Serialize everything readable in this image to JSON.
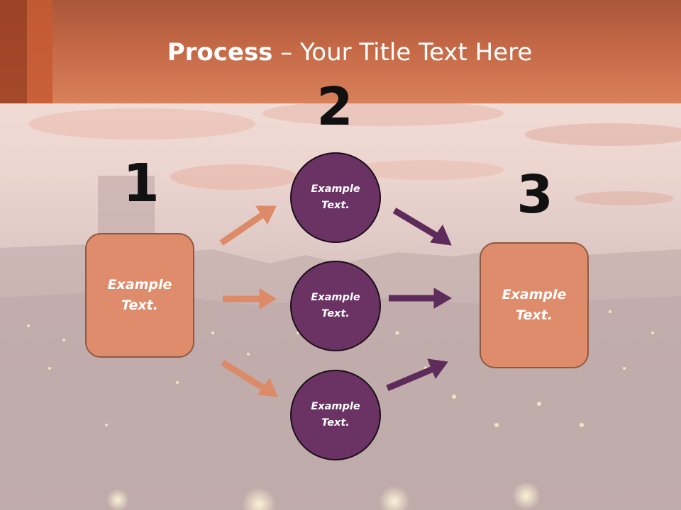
{
  "title": {
    "bold": "Process",
    "rest": " – Your Title Text Here"
  },
  "steps": {
    "n1": "1",
    "n2": "2",
    "n3": "3"
  },
  "nodes": {
    "left_box": "Example Text.",
    "circle_top": "Example Text.",
    "circle_mid": "Example Text.",
    "circle_bottom": "Example Text.",
    "right_box": "Example Text."
  },
  "colors": {
    "header": "#c46846",
    "box_fill": "#de8c6c",
    "circle_fill": "#6a3363",
    "orange_arrow": "#dc8a68",
    "purple_arrow": "#5e2c5a"
  }
}
